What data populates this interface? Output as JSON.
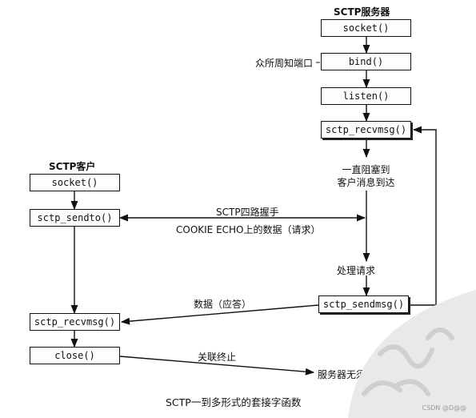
{
  "server": {
    "title": "SCTP服务器",
    "calls": [
      "socket()",
      "bind()",
      "listen()",
      "sctp_recvmsg()",
      "sctp_sendmsg()"
    ],
    "port_note": "众所周知端口",
    "block_note": "一直阻塞到\n客户消息到达",
    "process_note": "处理请求",
    "end_note": "服务器无须关心"
  },
  "client": {
    "title": "SCTP客户",
    "calls": [
      "socket()",
      "sctp_sendto()",
      "sctp_recvmsg()",
      "close()"
    ]
  },
  "messages": {
    "handshake": "SCTP四路握手",
    "request": "COOKIE ECHO上的数据（请求）",
    "reply": "数据（应答）",
    "close": "关联终止"
  },
  "caption": "SCTP一到多形式的套接字函数",
  "credit": "CSDN @D@@"
}
